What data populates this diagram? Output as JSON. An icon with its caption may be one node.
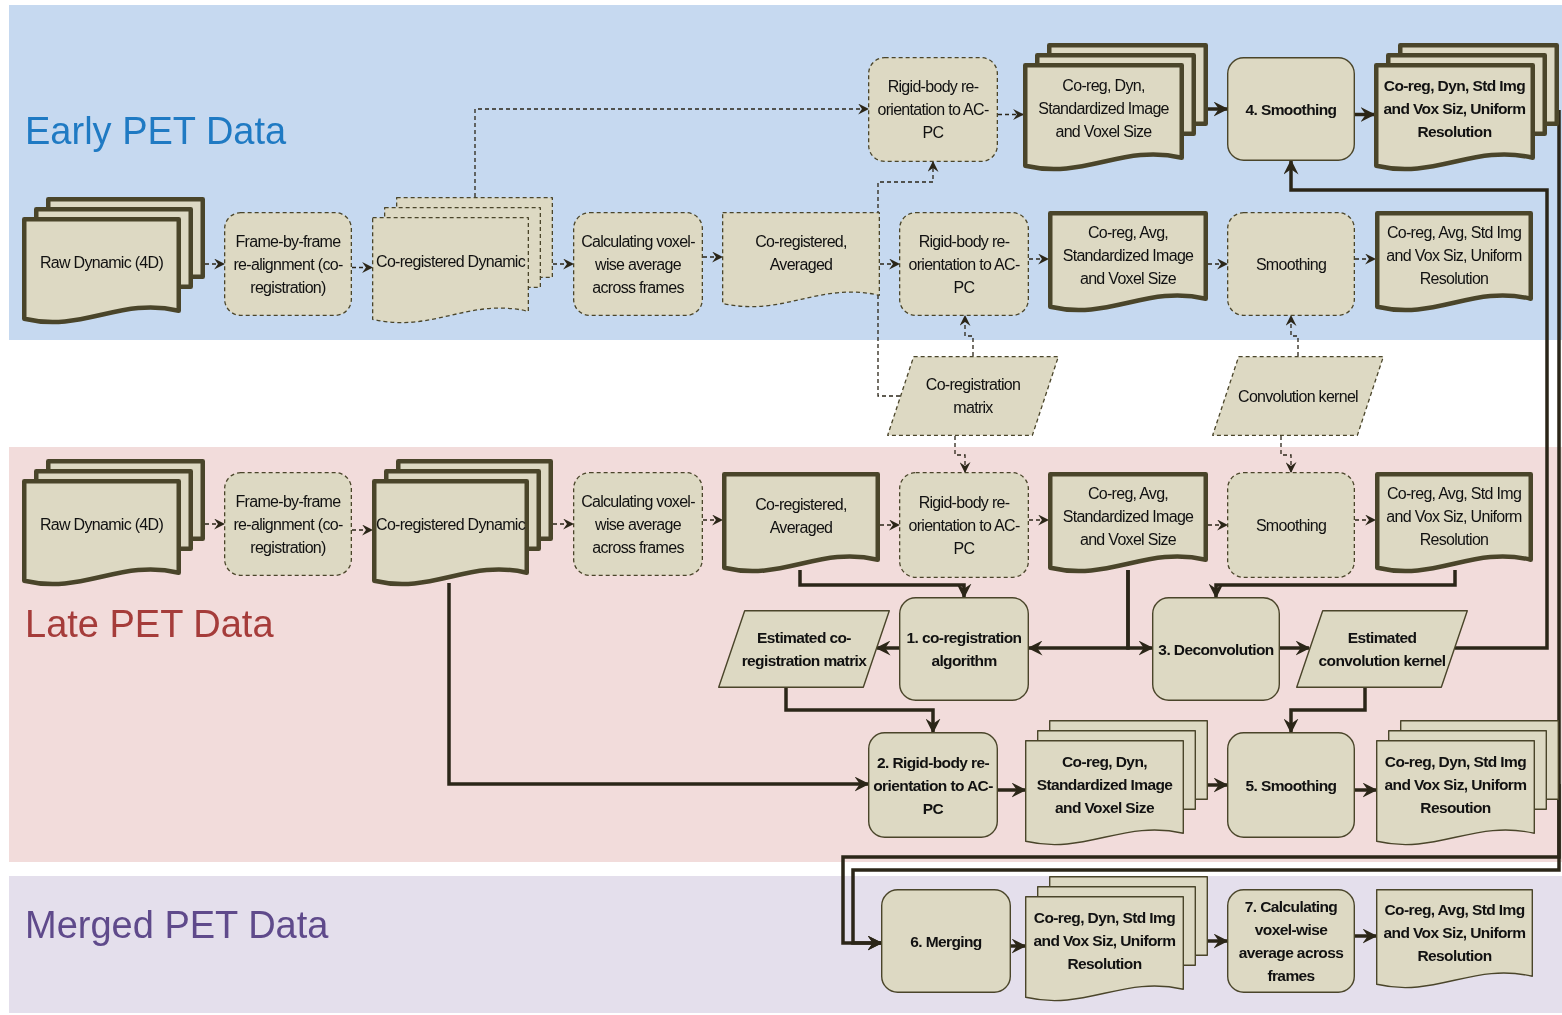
{
  "diagram": {
    "nodes": [
      {
        "text": [
          "Early PET Data"
        ]
      },
      {
        "text": [
          "Raw Dynamic (4D)"
        ],
        "in": 0
      },
      {
        "text": [
          "Frame-by-frame re-alignment (co-registration)"
        ],
        "in": 0
      },
      {
        "text": [
          "Co-registered Dynamic"
        ],
        "in": 0
      },
      {
        "text": [
          "Calculating voxel-wise average across frames"
        ],
        "in": 0
      },
      {
        "text": [
          "Co-registered, Averaged"
        ],
        "in": 0
      },
      {
        "text": [
          "Rigid-body re-orientation to AC-PC"
        ],
        "in": 0
      },
      {
        "text": [
          "Co-reg, Dyn, Standardized Image and Voxel Size"
        ],
        "in": 0
      },
      {
        "text": [
          "4. Smoothing"
        ],
        "in": 0
      },
      {
        "text": [
          "Co-reg, Dyn, Std Img and Vox Siz, Uniform Resolution"
        ],
        "in": 0
      },
      {
        "text": [
          "Rigid-body re-orientation to AC-PC"
        ],
        "in": 0
      },
      {
        "text": [
          "Co-reg, Avg, Standardized Image and Voxel Size"
        ],
        "in": 0
      },
      {
        "text": [
          "Smoothing"
        ],
        "in": 0
      },
      {
        "text": [
          "Co-reg, Avg, Std Img and Vox Siz, Uniform Resolution"
        ],
        "in": 0
      },
      {
        "text": [
          "Co-registration matrix"
        ]
      },
      {
        "text": [
          "Convolution kernel"
        ]
      },
      {
        "text": [
          "Late PET Data"
        ]
      },
      {
        "text": [
          "Raw Dynamic (4D)"
        ],
        "in": 16
      },
      {
        "text": [
          "Frame-by-frame re-alignment (co-registration)"
        ],
        "in": 16
      },
      {
        "text": [
          "Co-registered Dynamic"
        ],
        "in": 16
      },
      {
        "text": [
          "Calculating voxel-wise average across frames"
        ],
        "in": 16
      },
      {
        "text": [
          "Co-registered, Averaged"
        ],
        "in": 16
      },
      {
        "text": [
          "Rigid-body re-orientation to AC-PC"
        ],
        "in": 16
      },
      {
        "text": [
          "Co-reg, Avg, Standardized Image and Voxel Size"
        ],
        "in": 16
      },
      {
        "text": [
          "Smoothing"
        ],
        "in": 16
      },
      {
        "text": [
          "Co-reg, Avg, Std Img and Vox Siz, Uniform Resolution"
        ],
        "in": 16
      },
      {
        "text": [
          "Estimated co-registration matrix"
        ],
        "in": 16
      },
      {
        "text": [
          "1. co-registration algorithm"
        ],
        "in": 16
      },
      {
        "text": [
          "3. Deconvolution"
        ],
        "in": 16
      },
      {
        "text": [
          "Estimated convolution kernel"
        ],
        "in": 16
      },
      {
        "text": [
          "2. Rigid-body re-orientation to AC-PC"
        ],
        "in": 16
      },
      {
        "text": [
          "Co-reg, Dyn, Standardized Image and Voxel Size"
        ],
        "in": 16
      },
      {
        "text": [
          "5. Smoothing"
        ],
        "in": 16
      },
      {
        "text": [
          "Co-reg, Dyn, Std Img and Vox Siz, Uniform Resoution"
        ],
        "in": 16
      },
      {
        "text": [
          "Merged PET Data"
        ]
      },
      {
        "text": [
          "6. Merging"
        ],
        "in": 34
      },
      {
        "text": [
          "Co-reg, Dyn, Std Img and Vox Siz, Uniform Resolution"
        ],
        "in": 34
      },
      {
        "text": [
          "7. Calculating voxel-wise average across frames"
        ],
        "in": 34
      },
      {
        "text": [
          "Co-reg, Avg, Std Img and Vox Siz, Uniform Resolution"
        ],
        "in": 34
      }
    ],
    "edges": [
      {
        "from": 1,
        "to": 2,
        "arrow": "to",
        "style": "dashed"
      },
      {
        "from": 2,
        "to": 3,
        "arrow": "to",
        "style": "dashed"
      },
      {
        "from": 3,
        "to": 4,
        "arrow": "to",
        "style": "dashed"
      },
      {
        "from": 4,
        "to": 5,
        "arrow": "to",
        "style": "dashed"
      },
      {
        "from": 3,
        "to": 6,
        "arrow": "to",
        "style": "dashed"
      },
      {
        "from": 6,
        "to": 7,
        "arrow": "to",
        "style": "dashed"
      },
      {
        "from": 7,
        "to": 8,
        "arrow": "to"
      },
      {
        "from": 8,
        "to": 9,
        "arrow": "to"
      },
      {
        "from": 5,
        "to": 10,
        "arrow": "to",
        "style": "dashed"
      },
      {
        "from": 10,
        "to": 11,
        "arrow": "to",
        "style": "dashed"
      },
      {
        "from": 11,
        "to": 12,
        "arrow": "to",
        "style": "dashed"
      },
      {
        "from": 12,
        "to": 13,
        "arrow": "to",
        "style": "dashed"
      },
      {
        "from": 14,
        "to": 6,
        "arrow": "to",
        "style": "dashed"
      },
      {
        "from": 14,
        "to": 10,
        "arrow": "to",
        "style": "dashed"
      },
      {
        "from": 15,
        "to": 12,
        "arrow": "to",
        "style": "dashed"
      },
      {
        "from": 14,
        "to": 22,
        "arrow": "to",
        "style": "dashed"
      },
      {
        "from": 15,
        "to": 24,
        "arrow": "to",
        "style": "dashed"
      },
      {
        "from": 17,
        "to": 18,
        "arrow": "to",
        "style": "dashed"
      },
      {
        "from": 18,
        "to": 19,
        "arrow": "to",
        "style": "dashed"
      },
      {
        "from": 19,
        "to": 20,
        "arrow": "to",
        "style": "dashed"
      },
      {
        "from": 20,
        "to": 21,
        "arrow": "to",
        "style": "dashed"
      },
      {
        "from": 21,
        "to": 22,
        "arrow": "to",
        "style": "dashed"
      },
      {
        "from": 22,
        "to": 23,
        "arrow": "to",
        "style": "dashed"
      },
      {
        "from": 23,
        "to": 24,
        "arrow": "to",
        "style": "dashed"
      },
      {
        "from": 24,
        "to": 25,
        "arrow": "to",
        "style": "dashed"
      },
      {
        "from": 21,
        "to": 27,
        "arrow": "to"
      },
      {
        "from": 23,
        "to": 27,
        "arrow": "to"
      },
      {
        "from": 23,
        "to": 28,
        "arrow": "to"
      },
      {
        "from": 25,
        "to": 28,
        "arrow": "to"
      },
      {
        "from": 27,
        "to": 26,
        "arrow": "to"
      },
      {
        "from": 26,
        "to": 30,
        "arrow": "to"
      },
      {
        "from": 28,
        "to": 29,
        "arrow": "to"
      },
      {
        "from": 29,
        "to": 32,
        "arrow": "to"
      },
      {
        "from": 29,
        "to": 8,
        "arrow": "to"
      },
      {
        "from": 19,
        "to": 30,
        "arrow": "to"
      },
      {
        "from": 30,
        "to": 31,
        "arrow": "to"
      },
      {
        "from": 31,
        "to": 32,
        "arrow": "to"
      },
      {
        "from": 32,
        "to": 33,
        "arrow": "to"
      },
      {
        "from": 9,
        "to": 35,
        "arrow": "to"
      },
      {
        "from": 33,
        "to": 35,
        "arrow": "to"
      },
      {
        "from": 35,
        "to": 36,
        "arrow": "to"
      },
      {
        "from": 36,
        "to": 37,
        "arrow": "to"
      },
      {
        "from": 37,
        "to": 38,
        "arrow": "to"
      }
    ]
  }
}
